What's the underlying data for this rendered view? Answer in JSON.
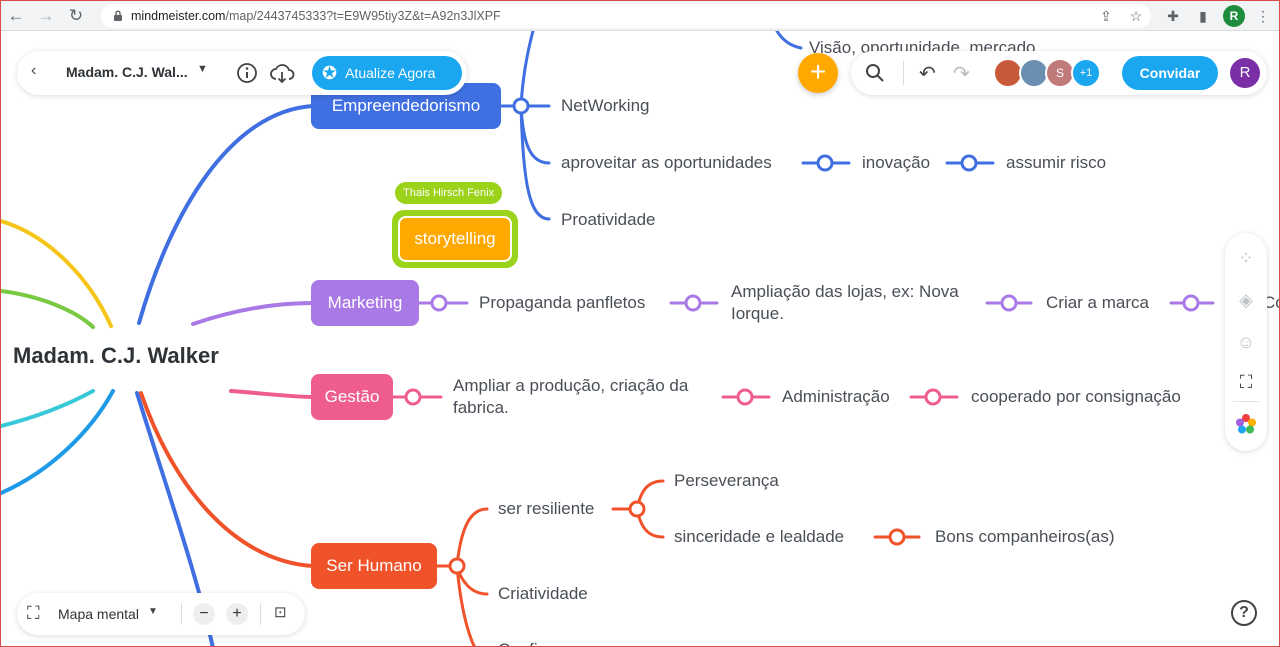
{
  "browser": {
    "url_host": "mindmeister.com",
    "url_path": "/map/2443745333?t=E9W95tiy3Z&t=A92n3JlXPF",
    "profile_initial": "R"
  },
  "toolbar": {
    "map_title": "Madam. C.J. Wal...",
    "upgrade_label": "Atualize Agora",
    "invite_label": "Convidar",
    "user_initial": "R",
    "collab_initial": "S",
    "collab_extra": "+1"
  },
  "bottom": {
    "view_mode": "Mapa mental"
  },
  "map": {
    "root": "Madam. C.J. Walker",
    "partial_top": "Visão, oportunidade, mercado",
    "empreendedorismo": {
      "label": "Empreendedorismo",
      "children": [
        "NetWorking",
        "aproveitar as oportunidades",
        "Proatividade"
      ],
      "chain": [
        "inovação",
        "assumir risco"
      ]
    },
    "storytelling": {
      "label": "storytelling",
      "author_tag": "Thais Hirsch Fenix"
    },
    "marketing": {
      "label": "Marketing",
      "chain": [
        "Propaganda panfletos",
        "Ampliação das lojas, ex: Nova Iorque.",
        "Criar a marca",
        "Co"
      ]
    },
    "gestao": {
      "label": "Gestão",
      "chain": [
        "Ampliar a produção, criação da fabrica.",
        "Administração",
        "cooperado por consignação"
      ]
    },
    "ser_humano": {
      "label": "Ser Humano",
      "children": [
        "ser resiliente",
        "Criatividade",
        "Confi"
      ],
      "resiliente_children": [
        "Perseverança",
        "sinceridade e lealdade"
      ],
      "lealdade_child": "Bons companheiros(as)"
    }
  },
  "colors": {
    "blue": "#3f6fe0",
    "purple": "#a979e6",
    "pink": "#ef5d8f",
    "orange_red": "#f0522a",
    "storytelling": "#ffa800",
    "accent": "#1aa7f0"
  }
}
